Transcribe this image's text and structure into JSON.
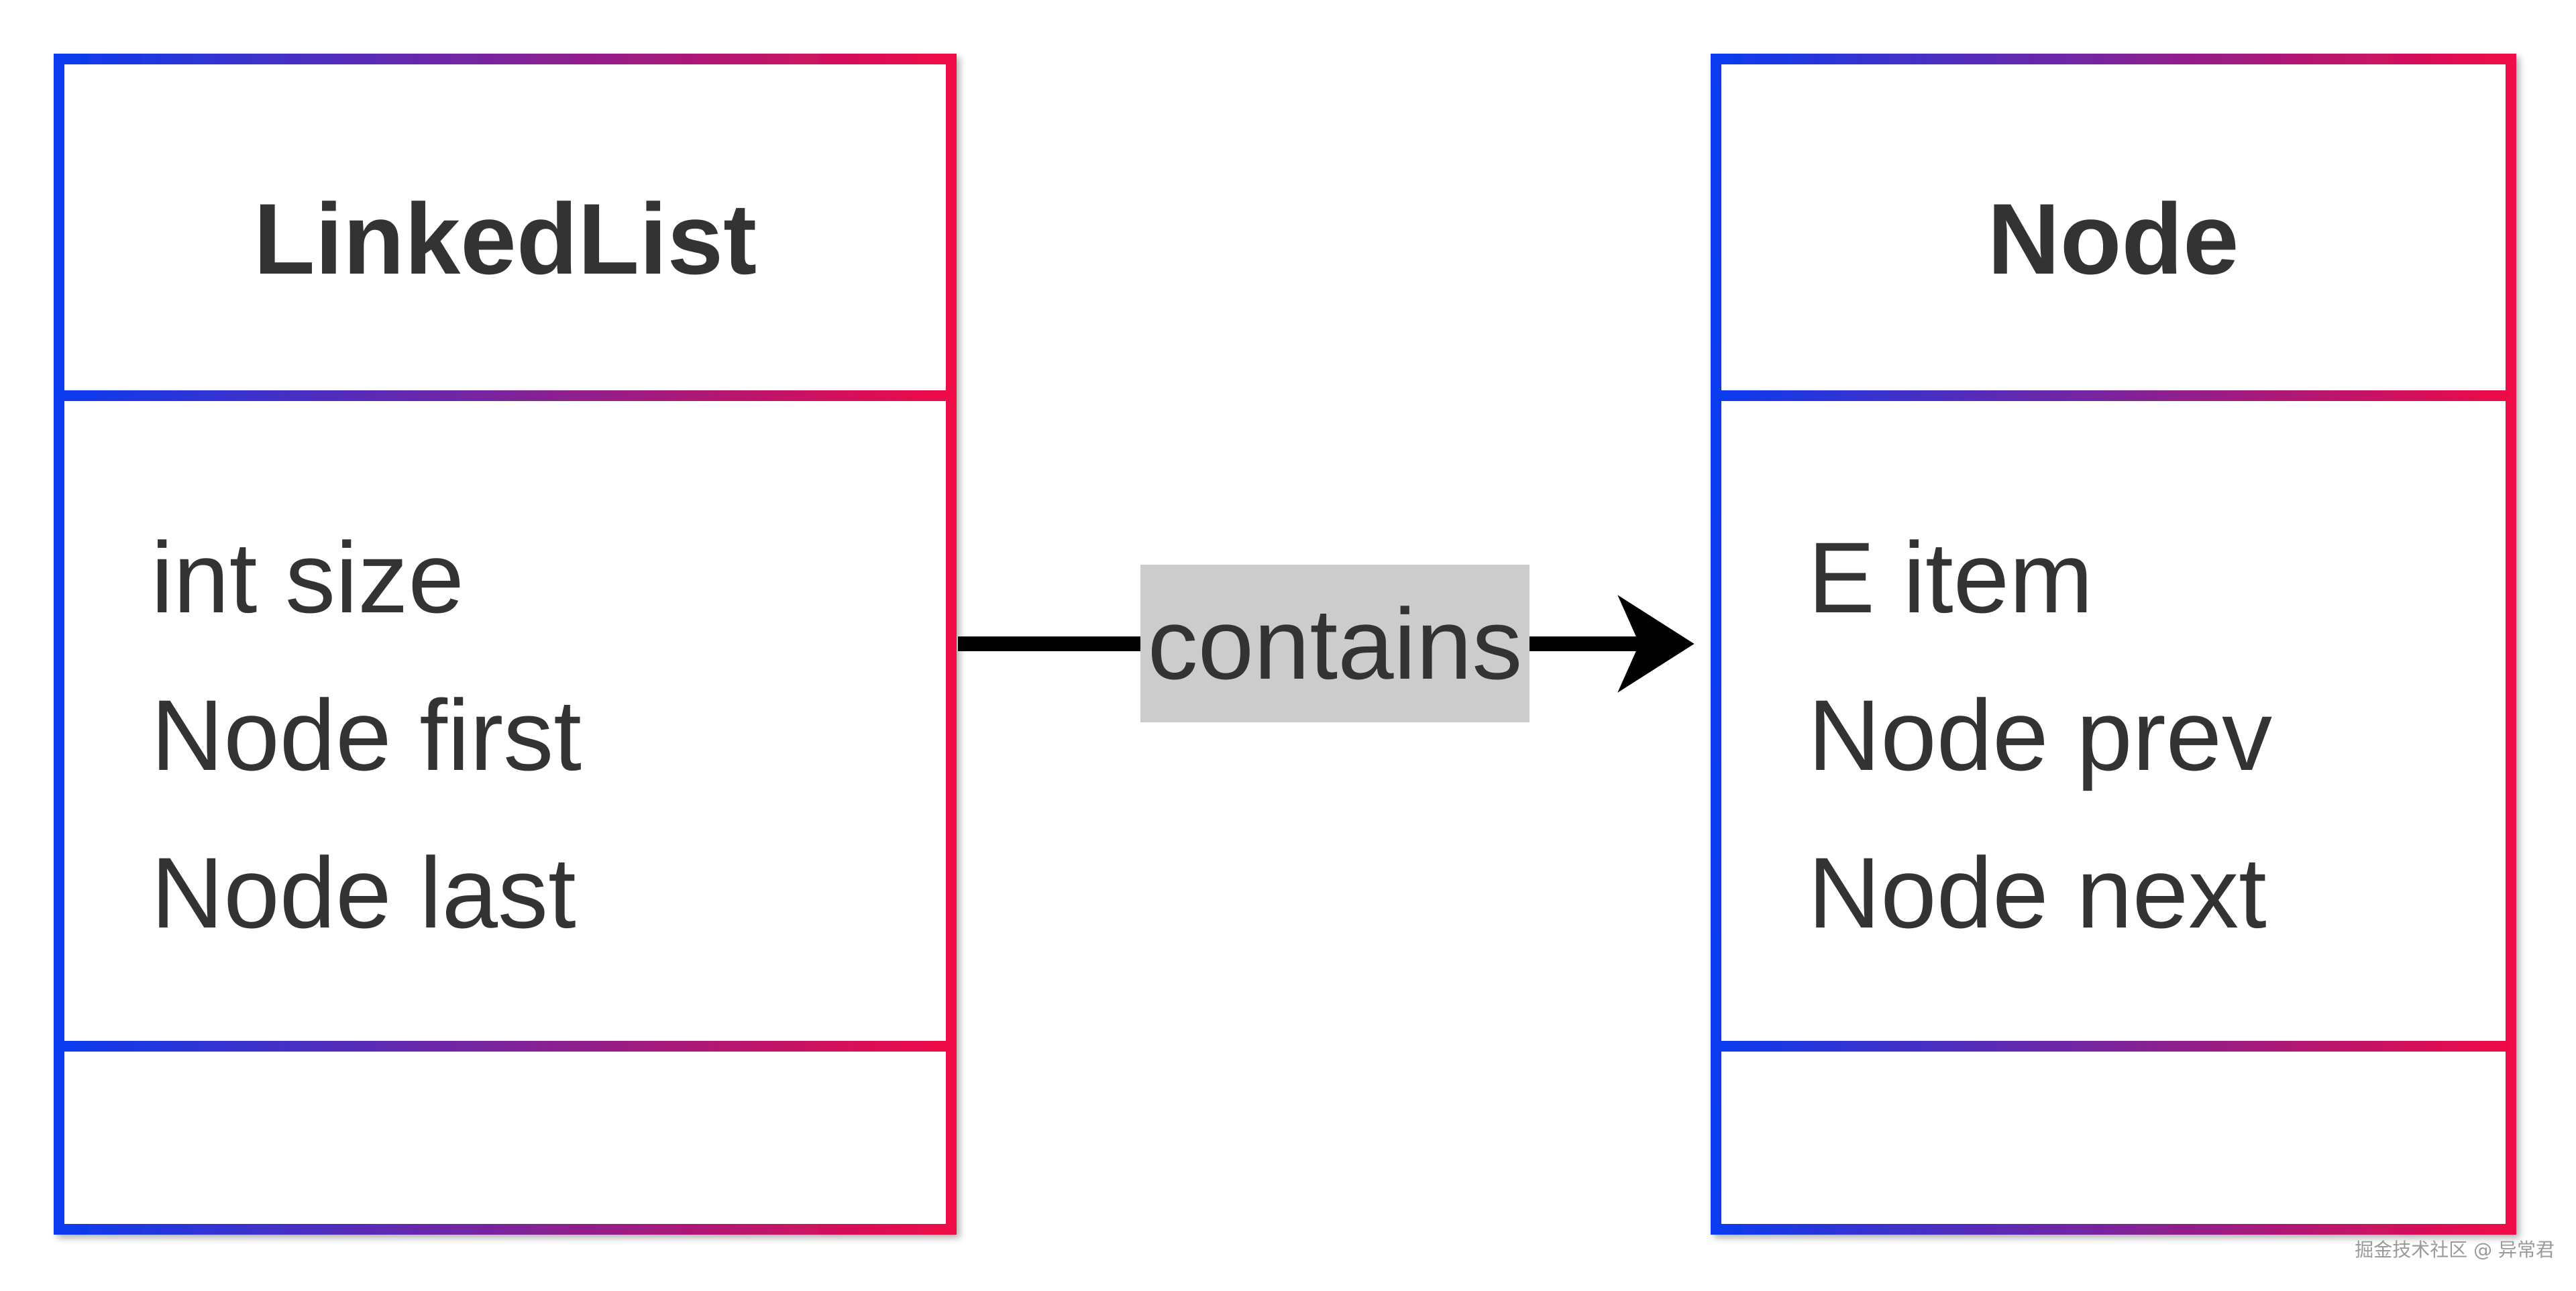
{
  "colors": {
    "border_gradient_start": "#0a3cf0",
    "border_gradient_end": "#f00a46",
    "text": "#333333",
    "label_background": "#cccccc",
    "arrow": "#000000",
    "background": "#ffffff"
  },
  "classes": [
    {
      "name": "LinkedList",
      "fields": [
        "int size",
        "Node first",
        "Node last"
      ],
      "methods": []
    },
    {
      "name": "Node",
      "fields": [
        "E item",
        "Node prev",
        "Node next"
      ],
      "methods": []
    }
  ],
  "relation": {
    "from": "LinkedList",
    "to": "Node",
    "label": "contains"
  },
  "watermark": "掘金技术社区 @ 异常君"
}
